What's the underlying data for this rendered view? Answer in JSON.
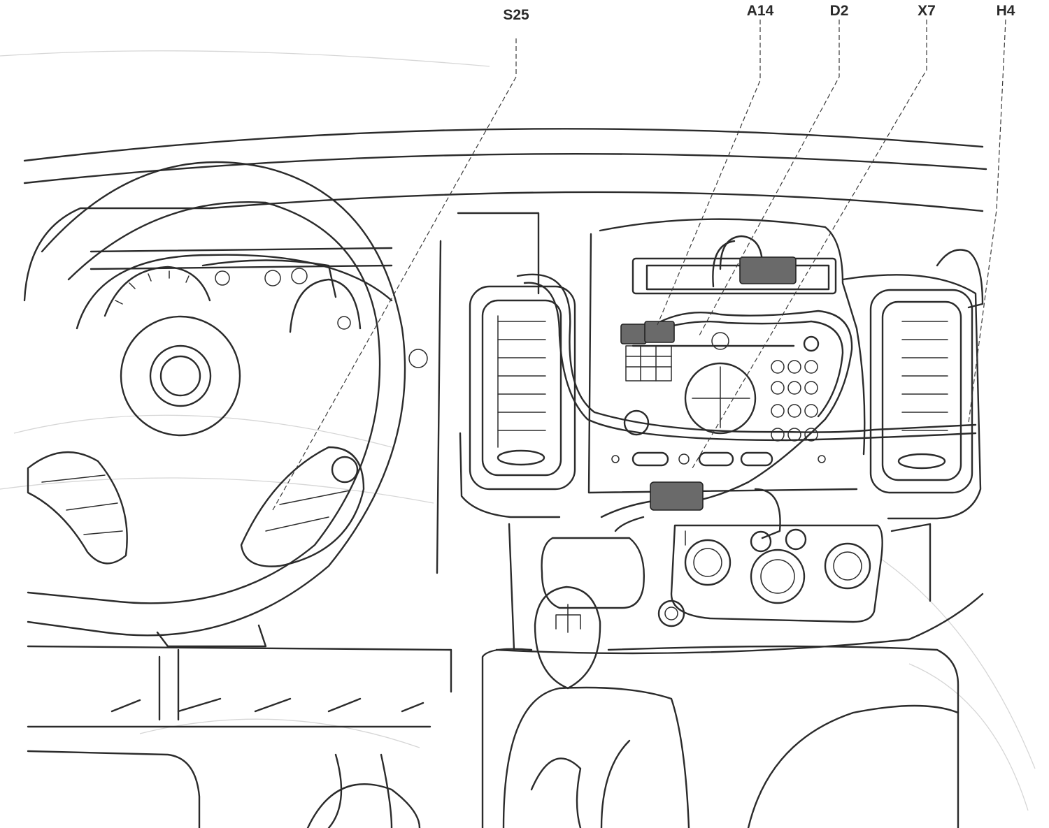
{
  "callouts": {
    "s25": "S25",
    "a14": "A14",
    "d2": "D2",
    "x7": "X7",
    "h4": "H4"
  },
  "colors": {
    "ink": "#2b2b2b",
    "paper": "#ffffff",
    "ghost": "#d6d6d6"
  }
}
